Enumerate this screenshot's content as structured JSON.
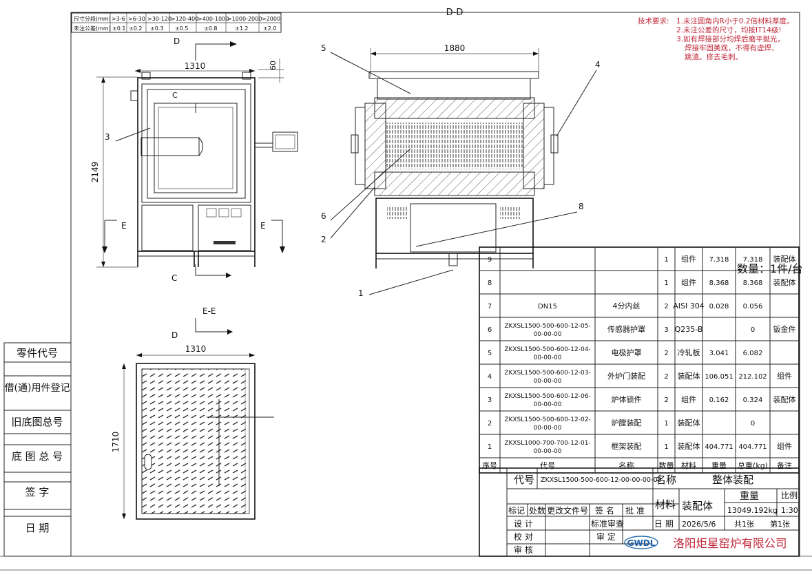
{
  "title": "D-D",
  "sections": {
    "ee": "E-E"
  },
  "view_labels": {
    "d_top": "D",
    "c_top": "C",
    "c_bottom": "C",
    "e_left": "E",
    "e_right": "E",
    "d_plan": "D"
  },
  "tolerance_table": {
    "row1_label": "尺寸分段(mm)",
    "row2_label": "未注公差(mm)",
    "ranges": [
      ">3-6",
      ">6-30",
      ">30-120",
      ">120-400",
      ">400-1000",
      ">1000-2000",
      ">2000"
    ],
    "tolerances": [
      "±0.1",
      "±0.2",
      "±0.3",
      "±0.5",
      "±0.8",
      "±1.2",
      "±2.0"
    ]
  },
  "tech_requirements": {
    "heading": "技术要求:",
    "items": [
      "1.未注圆角内R小于0.2倍材料厚度。",
      "2.未注公差的尺寸，均按IT14级!",
      "3.如有焊接部分均焊后磨平抛光，",
      "焊接牢固美观，不得有虚焊、",
      "跳渣。修去毛刺。"
    ]
  },
  "dimensions": {
    "front_width": "1310",
    "front_height": "2149",
    "top_offset": "60",
    "side_width": "1880",
    "plan_width": "1310",
    "plan_height": "1710"
  },
  "balloons": [
    "5",
    "4",
    "3",
    "6",
    "2",
    "8",
    "1"
  ],
  "left_strip": [
    "零件代号",
    "借(通)用件登记",
    "旧底图总号",
    "底 图 总 号",
    "签 字",
    "日 期"
  ],
  "bom": {
    "quantity_note": "数量：1件/台",
    "headers": [
      "序号",
      "代号",
      "名称",
      "数量",
      "材料",
      "重量",
      "总重(kg)",
      "备注"
    ],
    "rows": [
      {
        "no": "9",
        "code": "",
        "name": "",
        "qty": "1",
        "mat": "组件",
        "wt": "7.318",
        "total": "7.318",
        "note": "装配体"
      },
      {
        "no": "8",
        "code": "",
        "name": "",
        "qty": "1",
        "mat": "组件",
        "wt": "8.368",
        "total": "8.368",
        "note": "装配体"
      },
      {
        "no": "7",
        "code": "DN15",
        "name": "4分内丝",
        "qty": "2",
        "mat": "AISI 304",
        "wt": "0.028",
        "total": "0.056",
        "note": ""
      },
      {
        "no": "6",
        "code": "ZKXSL1500-500-600-12-05-00-00-00",
        "name": "传感器护罩",
        "qty": "3",
        "mat": "Q235-B",
        "wt": "",
        "total": "0",
        "note": "钣金件"
      },
      {
        "no": "5",
        "code": "ZKXSL1500-500-600-12-04-00-00-00",
        "name": "电极护罩",
        "qty": "2",
        "mat": "冷轧板",
        "wt": "3.041",
        "total": "6.082",
        "note": ""
      },
      {
        "no": "4",
        "code": "ZKXSL1500-500-600-12-03-00-00-00",
        "name": "外炉门装配",
        "qty": "2",
        "mat": "装配体",
        "wt": "106.051",
        "total": "212.102",
        "note": "组件"
      },
      {
        "no": "3",
        "code": "ZKXSL1500-500-600-12-06-00-00-00",
        "name": "炉体锁件",
        "qty": "2",
        "mat": "组件",
        "wt": "0.162",
        "total": "0.324",
        "note": "装配体"
      },
      {
        "no": "2",
        "code": "ZKXSL1500-500-600-12-02-00-00-00",
        "name": "炉膛装配",
        "qty": "1",
        "mat": "装配体",
        "wt": "",
        "total": "0",
        "note": ""
      },
      {
        "no": "1",
        "code": "ZKXSL1000-700-700-12-01-00-00-00",
        "name": "框架装配",
        "qty": "1",
        "mat": "装配体",
        "wt": "404.771",
        "total": "404.771",
        "note": "组件"
      }
    ]
  },
  "title_block": {
    "code_label": "代号",
    "code_value": "ZKXSL1500-500-600-12-00-00-00-00",
    "name_label": "名称",
    "name_value": "整体装配",
    "material_label": "材料",
    "material_value": "装配体",
    "weight_label": "重量",
    "weight_value": "13049.192kg",
    "scale_label": "比例",
    "scale_value": "1:30",
    "rev_headers": [
      "标记",
      "处数",
      "更改文件号",
      "签 名",
      "批 准"
    ],
    "design": "设  计",
    "check": "校  对",
    "review": "审  核",
    "standard_review": "标准审查",
    "approve": "审  定",
    "date_label": "日  期",
    "date_value": "2026/5/6",
    "sheets_total": "共1张",
    "sheet_no": "第1张",
    "logo": "GWDL",
    "company": "洛阳炬星窑炉有限公司"
  }
}
